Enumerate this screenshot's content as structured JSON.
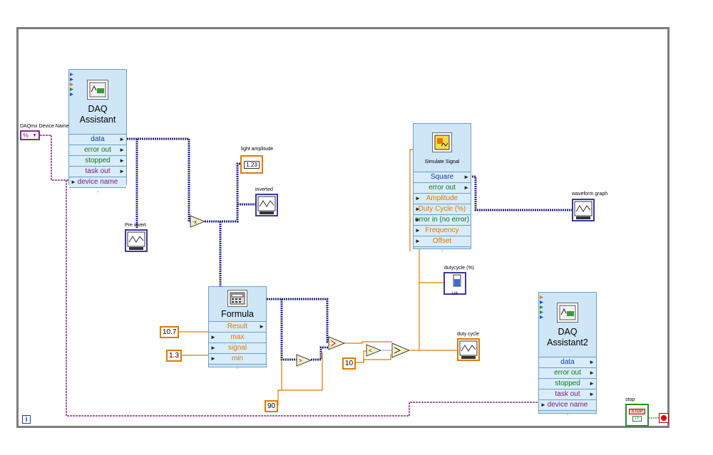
{
  "labels": {
    "daqmx_device_name": "DAQmx Device Name",
    "pre_invert": "Pre invert",
    "light_amplitude": "light amplitude",
    "inverted": "inverted",
    "waveform_graph": "waveform graph",
    "dutycycle_pct": "dutycycle (%)",
    "duty_cycle": "duty cycle",
    "stop": "stop"
  },
  "device_name_control": {
    "value": "%",
    "arrow": "▼"
  },
  "daq_assistant": {
    "title_line1": "DAQ",
    "title_line2": "Assistant",
    "terminals": [
      "data",
      "error out",
      "stopped",
      "task out",
      "device name"
    ]
  },
  "daq_assistant2": {
    "title_line1": "DAQ",
    "title_line2": "Assistant2",
    "terminals": [
      "data",
      "error out",
      "stopped",
      "task out",
      "device name"
    ]
  },
  "simulate_signal": {
    "title": "Simulate Signal",
    "terminals": [
      "Square",
      "error out",
      "Amplitude",
      "Duty Cycle (%)",
      "error in (no error)",
      "Frequency",
      "Offset"
    ]
  },
  "formula": {
    "title": "Formula",
    "terminals": [
      "Result",
      "max",
      "signal",
      "min"
    ]
  },
  "constants": {
    "max": "10.7",
    "min": "1.3",
    "ninety": "90",
    "ten": "10"
  },
  "indicators": {
    "light_amplitude_text": "1.23",
    "dutycycle_tag": "U8",
    "stop_text": "STOP",
    "stop_tf": "TF"
  },
  "info_icon": "i",
  "colors": {
    "dynamic_wire": "#2a2a8a",
    "numeric_wire": "#e07a00",
    "string_wire": "#8a2a8a",
    "boolean_wire": "#2c8a2c",
    "express_node": "#cfe6f7"
  }
}
